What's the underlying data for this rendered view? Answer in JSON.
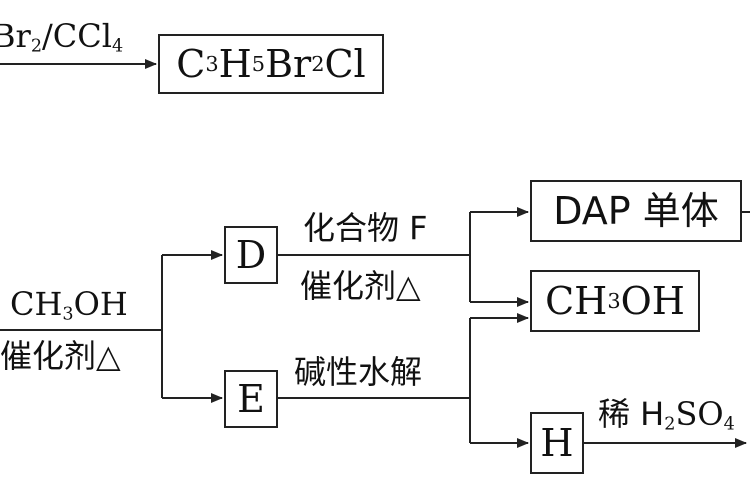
{
  "reagents": {
    "top_left": {
      "pre": "Br",
      "sub1": "2",
      "mid": "/CCl",
      "sub2": "4"
    },
    "methanol_left": {
      "pre": "CH",
      "sub": "3",
      "post": "OH"
    },
    "catalyst_left": "催化剂△",
    "compound_f": "化合物 F",
    "catalyst_mid": "催化剂△",
    "alkaline_hydrolysis": "碱性水解",
    "dilute_acid": {
      "pre": "稀 H",
      "sub1": "2",
      "mid": "SO",
      "sub2": "4"
    }
  },
  "boxes": {
    "dibromide": {
      "p1": "C",
      "s1": "3",
      "p2": "H",
      "s2": "5",
      "p3": "Br",
      "s3": "2",
      "p4": "Cl"
    },
    "d": "D",
    "e": "E",
    "dap": "DAP 单体",
    "methanol": {
      "pre": "CH",
      "sub": "3",
      "post": "OH"
    },
    "h": "H"
  },
  "colors": {
    "line": "#222222",
    "text": "#111111",
    "background": "#ffffff"
  }
}
